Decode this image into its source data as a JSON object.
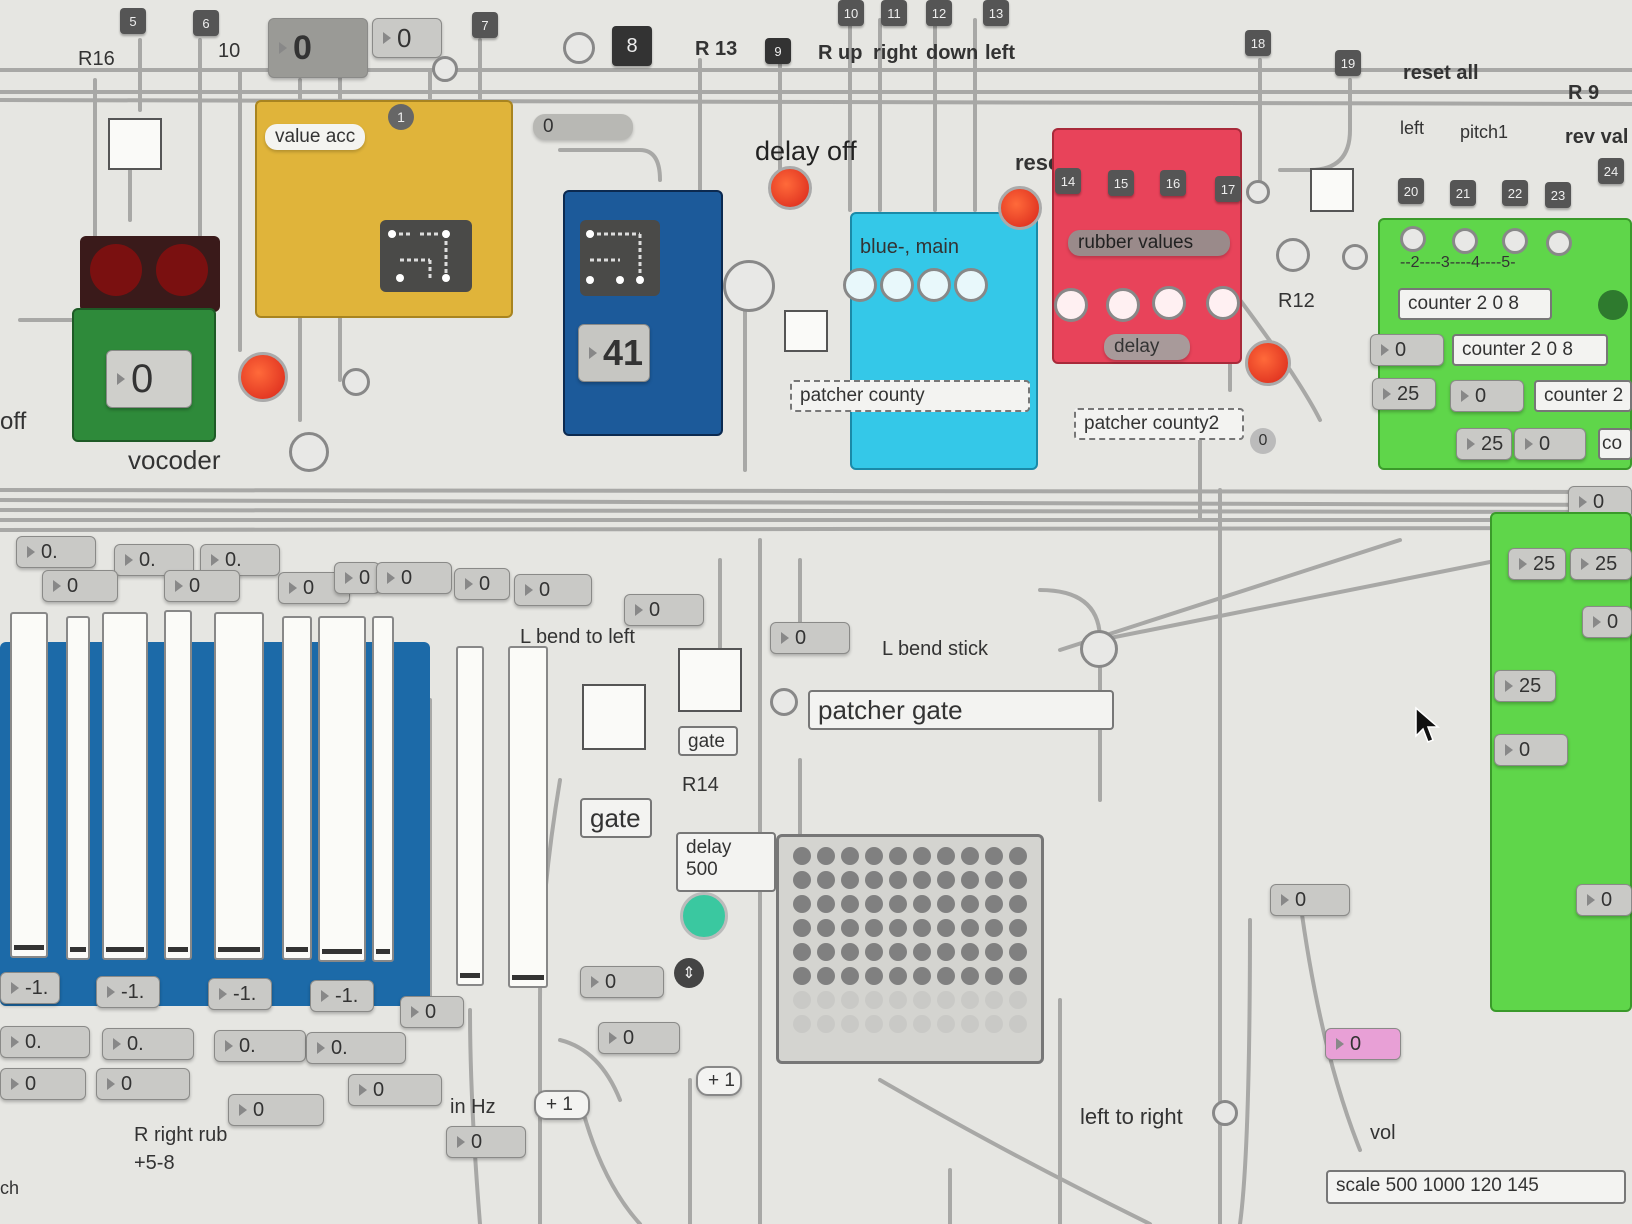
{
  "tags": [
    "5",
    "6",
    "7",
    "8",
    "9",
    "10",
    "11",
    "12",
    "13",
    "18",
    "19",
    "14",
    "15",
    "16",
    "17",
    "20",
    "21",
    "22",
    "23",
    "24"
  ],
  "labels": {
    "r16": "R16",
    "ten": "10",
    "r13": "R 13",
    "r_up": "R up",
    "right": "right",
    "down": "down",
    "left_top": "left",
    "reset_all": "reset all",
    "r9": "R 9",
    "left2": "left",
    "pitch1": "pitch1",
    "rev_val": "rev val",
    "delay_off": "delay off",
    "reset": "reset",
    "r12": "R12",
    "off": "off",
    "vocoder": "vocoder",
    "l_bend_to_left": "L bend to left",
    "l_bend_stick": "L bend stick",
    "r14": "R14",
    "r_right_rub": "R right rub",
    "plus58": "+5-8",
    "in_hz": "in Hz",
    "left_to_right": "left to right",
    "vol": "vol",
    "ch": "ch"
  },
  "numbers": {
    "top_big": "0",
    "top_small": "0",
    "vocoder_num": "0",
    "blue_num": "41",
    "val_acc_badge": "1",
    "pill_zero": "0",
    "green_zero": "0",
    "green_25a": "25",
    "green_zero2": "0",
    "green_25b": "25",
    "green_zero3": "0",
    "county2_zero": "0",
    "right_zero": "0",
    "r_25a": "25",
    "r_25b": "25",
    "r_zero2": "0",
    "r_25c": "25",
    "r_zero3": "0",
    "r_zero4": "0",
    "mid_right_zero": "0",
    "pink_zero": "0",
    "bend_zero": "0",
    "stick_zero": "0",
    "lower_zero1": "0",
    "lower_zero2": "0",
    "lower_zero3": "0",
    "hz_zero": "0",
    "slider_right_zero": "0"
  },
  "row_top_floats": [
    "0.",
    "0.",
    "0."
  ],
  "row_top_ints": [
    "0",
    "0",
    "0",
    "0",
    "0",
    "0",
    "0",
    "0"
  ],
  "row_bottom_neg": [
    "-1.",
    "-1.",
    "-1.",
    "-1."
  ],
  "row_bottom_floats": [
    "0.",
    "0.",
    "0.",
    "0."
  ],
  "row_bottom_ints": [
    "0",
    "0",
    "0"
  ],
  "objects": {
    "value_acc": "value acc",
    "blue_main": "blue-, main",
    "rubber_values": "rubber values",
    "delay": "delay",
    "patcher_county": "patcher county",
    "patcher_county2": "patcher county2",
    "counter1": "counter 2 0 8",
    "counter2": "counter 2 0 8",
    "counter3": "counter 2",
    "co": "co",
    "patcher_gate": "patcher gate",
    "gate_small": "gate",
    "gate_big": "gate",
    "delay500": "delay 500",
    "plus1a": "+ 1",
    "plus1b": "+ 1",
    "scale": "scale 500 1000 120 145",
    "counter_labels": "--2----3----4----5-"
  },
  "colors": {
    "yellow": "#e0b43a",
    "blue": "#1c5a9a",
    "cyan": "#34c8e8",
    "red_panel": "#e8435a",
    "green": "#5fd64a",
    "vocoder_green": "#2e8a3a",
    "pink": "#e8a0d6",
    "teal_led": "#3ac8a0"
  }
}
